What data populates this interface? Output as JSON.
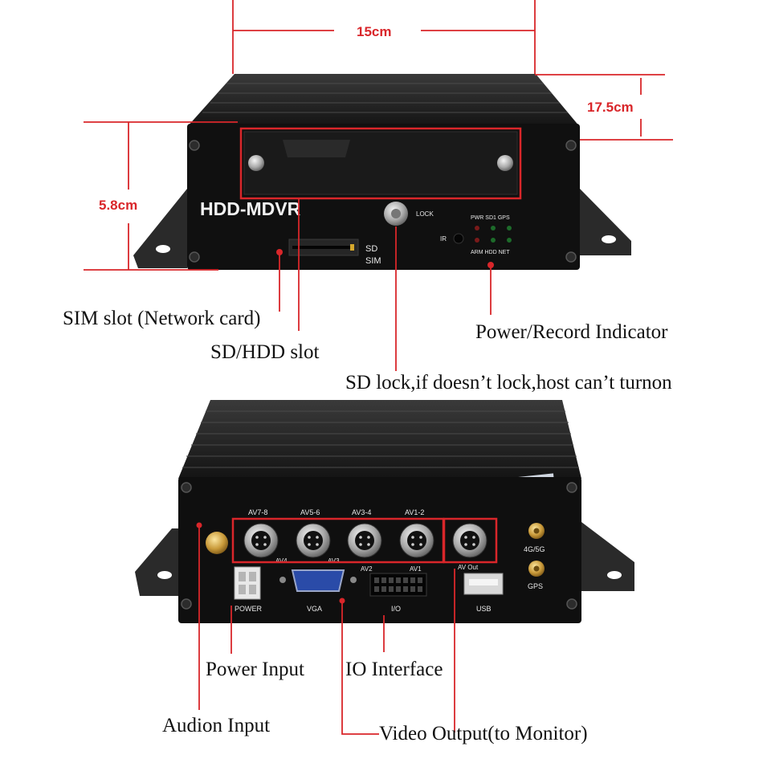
{
  "dimensions": {
    "width": "15cm",
    "depth": "17.5cm",
    "height": "5.8cm"
  },
  "front_panel": {
    "model": "HDD-MDVR",
    "lock_label": "LOCK",
    "sd_label": "SD",
    "sim_label": "SIM",
    "ir_label": "IR",
    "led_top_labels": "PWR SD1 GPS",
    "led_bottom_labels": "ARM HDD NET"
  },
  "rear_panel": {
    "ports": {
      "av78": "AV7-8",
      "av56": "AV5-6",
      "av34": "AV3-4",
      "av12": "AV1-2",
      "av4": "AV4",
      "av3": "AV3",
      "av2": "AV2",
      "av1": "AV1",
      "av_out": "AV Out",
      "ant_4g": "4G/5G",
      "ant_gps": "GPS",
      "power": "POWER",
      "vga": "VGA",
      "io": "I/O",
      "usb": "USB"
    }
  },
  "callouts": {
    "sim_slot": "SIM slot (Network card)",
    "sd_hdd_slot": "SD/HDD slot",
    "sd_lock": "SD lock,if doesn’t lock,host can’t turnon",
    "power_record": "Power/Record Indicator",
    "power_input": "Power Input",
    "io_interface": "IO Interface",
    "audio_input": "Audion Input",
    "video_output": "Video Output(to Monitor)"
  },
  "colors": {
    "annotation": "#d9262a",
    "chassis": "#1b1b1b",
    "panel": "#0f0f0f",
    "connector": "#b8b8b8"
  }
}
